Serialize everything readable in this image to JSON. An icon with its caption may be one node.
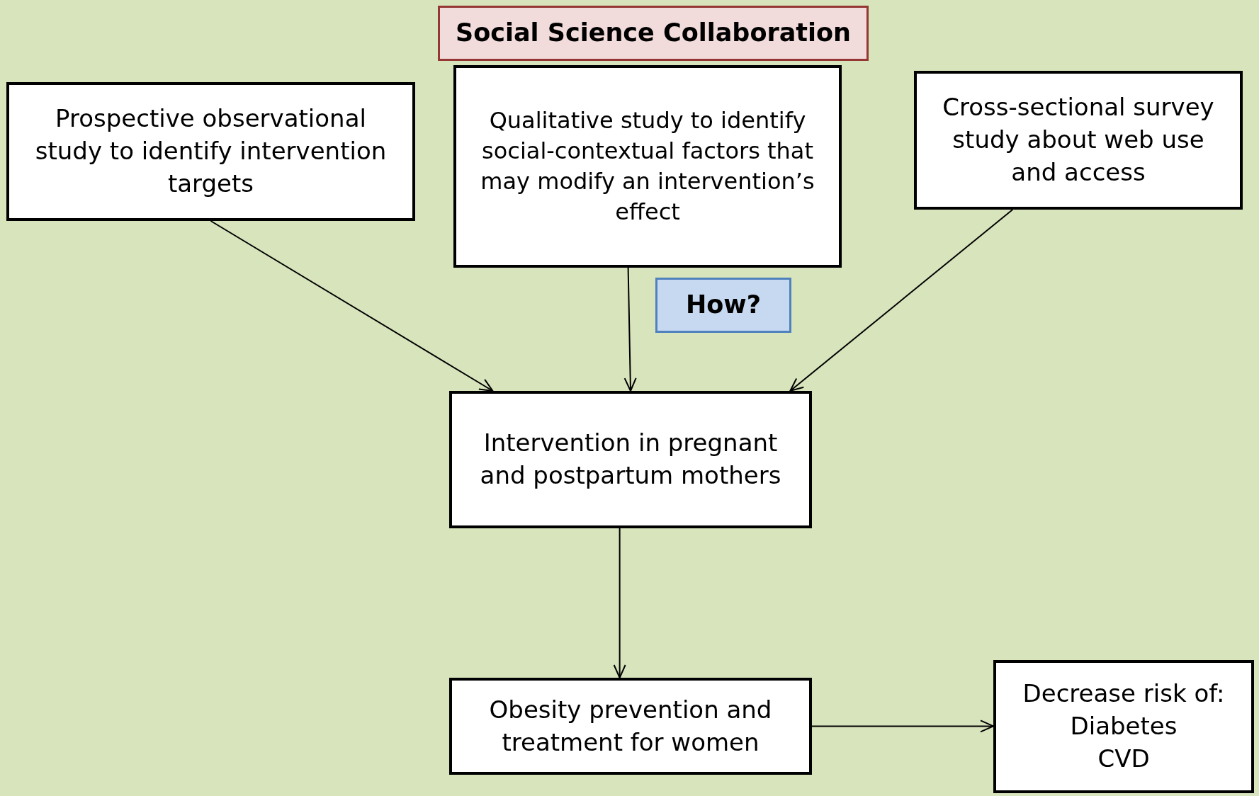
{
  "diagram": {
    "nodes": [
      {
        "text": [
          "Social Science Collaboration"
        ]
      },
      {
        "text": [
          "Prospective observational study to identify intervention targets"
        ]
      },
      {
        "text": [
          "Qualitative study to identify social-contextual factors that may modify an intervention’s effect"
        ]
      },
      {
        "text": [
          "Cross-sectional survey study about web use and access"
        ]
      },
      {
        "text": [
          "How?"
        ]
      },
      {
        "text": [
          "Intervention in pregnant and postpartum mothers"
        ]
      },
      {
        "text": [
          "Obesity prevention and treatment for women"
        ]
      },
      {
        "text": [
          "Decrease risk of:",
          "Diabetes",
          "CVD"
        ]
      }
    ],
    "edges": [
      {
        "from": 1,
        "to": 5,
        "arrow": "to"
      },
      {
        "from": 2,
        "to": 5,
        "arrow": "to"
      },
      {
        "from": 3,
        "to": 5,
        "arrow": "to"
      },
      {
        "from": 5,
        "to": 6,
        "arrow": "to"
      },
      {
        "from": 6,
        "to": 7,
        "arrow": "to"
      }
    ]
  }
}
